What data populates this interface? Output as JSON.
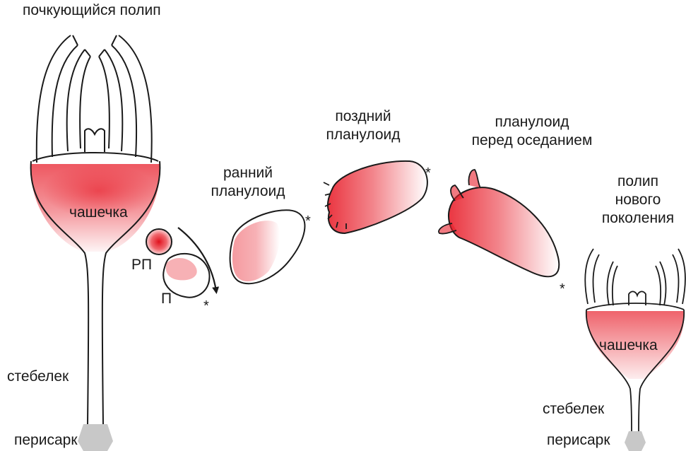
{
  "labels": {
    "budding_polyp": "почкующийся полип",
    "calyx_left": "чашечка",
    "stalk_left": "стебелек",
    "perisarc_left": "перисарк",
    "rp": "РП",
    "p": "П",
    "early_planuloid_1": "ранний",
    "early_planuloid_2": "планулоид",
    "late_planuloid_1": "поздний",
    "late_planuloid_2": "планулоид",
    "settling_planuloid_1": "планулоид",
    "settling_planuloid_2": "перед оседанием",
    "new_polyp_1": "полип",
    "new_polyp_2": "нового",
    "new_polyp_3": "поколения",
    "calyx_right": "чашечка",
    "stalk_right": "стебелек",
    "perisarc_right": "перисарк",
    "asterisk": "*"
  },
  "colors": {
    "stain": "#e8202c",
    "outline": "#1a1a1a",
    "perisarc": "#c8c8c8"
  }
}
